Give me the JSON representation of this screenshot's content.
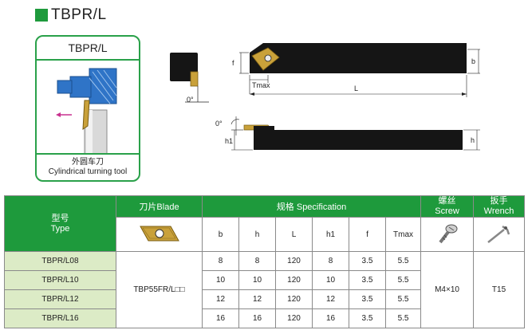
{
  "title": "TBPR/L",
  "info_box": {
    "header": "TBPR/L",
    "caption_cn": "外圆车刀",
    "caption_en": "Cylindrical turning tool"
  },
  "drawing": {
    "labels": {
      "f": "f",
      "b": "b",
      "h": "h",
      "h1": "h1",
      "L": "L",
      "tmax": "Tmax",
      "angle_top": "0°",
      "angle_side": "0°"
    }
  },
  "table": {
    "type_cn": "型号",
    "type_en": "Type",
    "blade_label": "刀片Blade",
    "spec_label": "规格 Specification",
    "screw_cn": "螺丝",
    "screw_en": "Screw",
    "wrench_cn": "扳手",
    "wrench_en": "Wrench",
    "columns": [
      "b",
      "h",
      "L",
      "h1",
      "f",
      "Tmax"
    ],
    "rows": [
      {
        "type": "TBPR/L08",
        "b": "8",
        "h": "8",
        "L": "120",
        "h1": "8",
        "f": "3.5",
        "tmax": "5.5"
      },
      {
        "type": "TBPR/L10",
        "b": "10",
        "h": "10",
        "L": "120",
        "h1": "10",
        "f": "3.5",
        "tmax": "5.5"
      },
      {
        "type": "TBPR/L12",
        "b": "12",
        "h": "12",
        "L": "120",
        "h1": "12",
        "f": "3.5",
        "tmax": "5.5"
      },
      {
        "type": "TBPR/L16",
        "b": "16",
        "h": "16",
        "L": "120",
        "h1": "16",
        "f": "3.5",
        "tmax": "5.5"
      }
    ],
    "blade_value": "TBP55FR/L□□",
    "screw_value": "M4×10",
    "wrench_value": "T15"
  },
  "colors": {
    "accent_green": "#1e9a3c",
    "type_fill": "#dcebc6",
    "insert_gold": "#c9a13a",
    "workpiece_blue": "#2f74c7"
  }
}
